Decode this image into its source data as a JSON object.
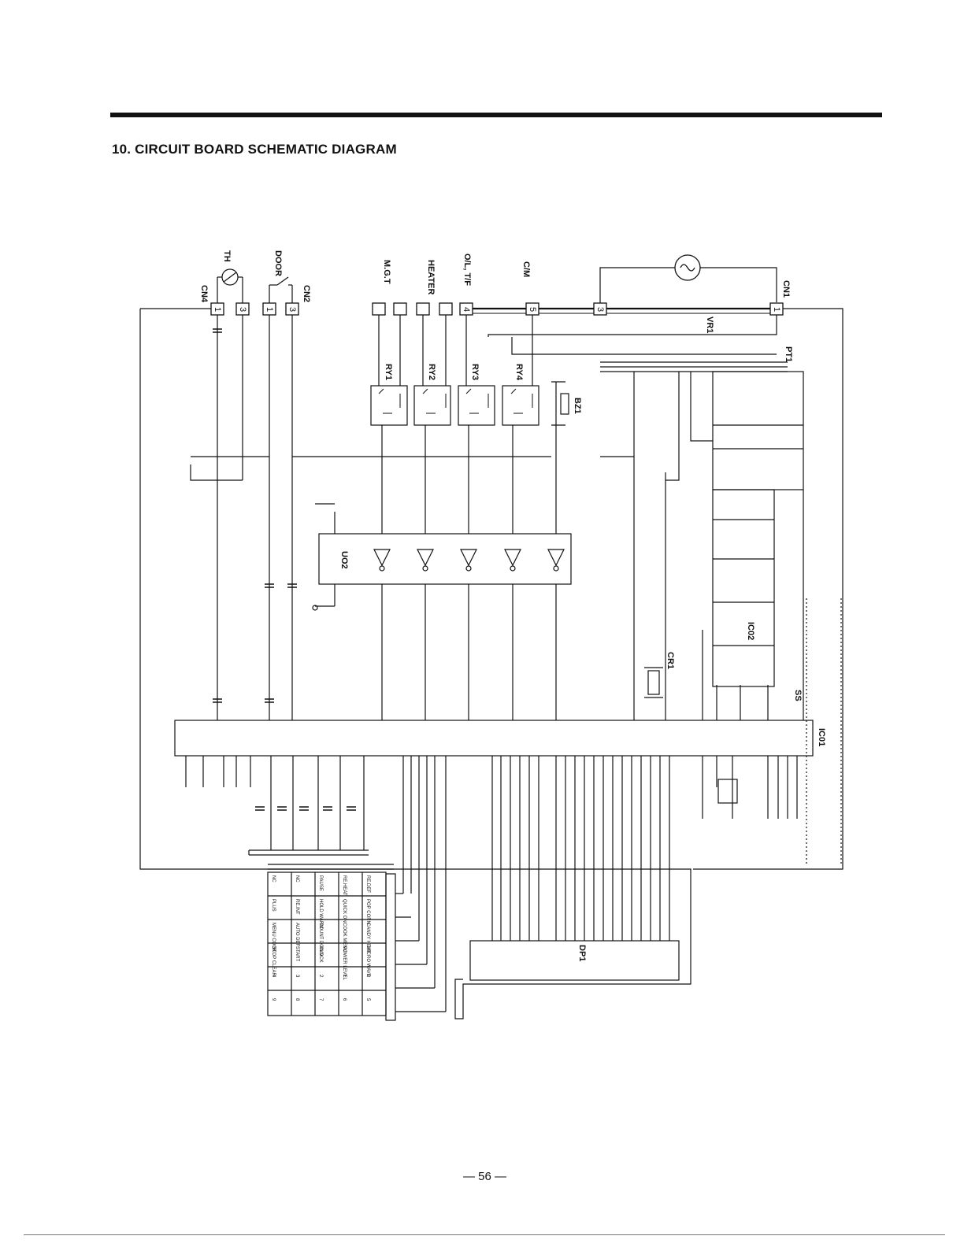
{
  "document": {
    "heading": "10. CIRCUIT BOARD SCHEMATIC DIAGRAM",
    "page_number": "— 56 —"
  },
  "diagram": {
    "connectors": {
      "cn4": "CN4",
      "cn2": "CN2",
      "cn1": "CN1"
    },
    "top_labels": {
      "th": "TH",
      "door": "DOOR",
      "mgt": "M.G.T",
      "heater": "HEATER",
      "ol_tf": "O/L, T/F",
      "cm": "C/M"
    },
    "relays": [
      "RY1",
      "RY2",
      "RY3",
      "RY4"
    ],
    "components": {
      "vr1": "VR1",
      "pt1": "PT1",
      "bz1": "BZ1",
      "ic01": "IC01",
      "ic02": "IC02",
      "cr1": "CR1",
      "dp1": "DP1",
      "ss": "SS"
    },
    "pin_numbers": {
      "cn4_1": "1",
      "cn4_3": "3",
      "cn2_1": "1",
      "cn2_3": "3",
      "cn1_4": "4",
      "cn1_5": "5",
      "cn1_3": "3",
      "cn1_1": "1"
    },
    "keypad": {
      "rows": [
        [
          "RE.DEF",
          "RE.HEAT",
          "PAUSE",
          "NC",
          "NC"
        ],
        [
          "POP CORN",
          "QUICK ON",
          "HOLD WARM",
          "RE.INT",
          "PLUS"
        ],
        [
          "CANDY HEAT",
          "COOK MENU",
          "COUNT DOWN",
          "AUTO DEF",
          "MENU COOK"
        ],
        [
          "MICRO WAVE",
          "POWER LEVEL",
          "CLOCK",
          "START",
          "STOP CLEAR"
        ],
        [
          "0",
          "1",
          "2",
          "3",
          "4"
        ],
        [
          "5",
          "6",
          "7",
          "8",
          "9"
        ]
      ]
    }
  }
}
